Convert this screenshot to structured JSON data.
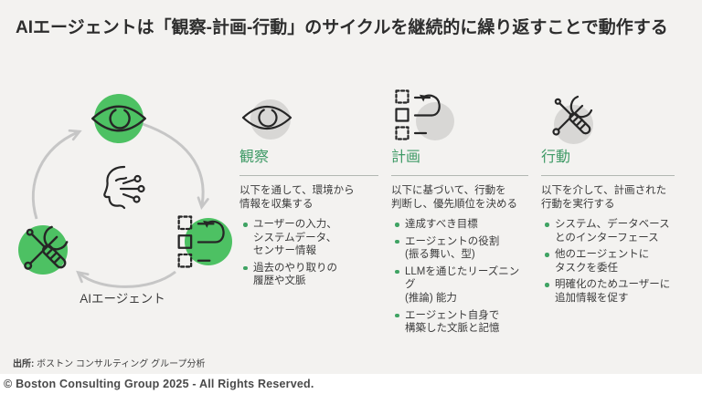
{
  "title": "AIエージェントは「観察-計画-行動」のサイクルを継続的に繰り返すことで動作する",
  "colors": {
    "accent_green": "#4dc163",
    "heading_green": "#3f9a66",
    "arrow_gray": "#c6c6c6",
    "icon_circle_gray": "#d8d7d5",
    "slide_background": "#f3f2f0"
  },
  "cycle": {
    "center_label": "AIエージェント",
    "nodes": [
      {
        "id": "observe",
        "icon": "eye-icon"
      },
      {
        "id": "plan",
        "icon": "plan-icon"
      },
      {
        "id": "act",
        "icon": "tools-icon"
      }
    ]
  },
  "columns": [
    {
      "icon": "eye-icon",
      "heading": "観察",
      "intro": "以下を通して、環境から\n情報を収集する",
      "bullets": [
        "ユーザーの入力、\nシステムデータ、\nセンサー情報",
        "過去のやり取りの\n履歴や文脈"
      ]
    },
    {
      "icon": "plan-icon",
      "heading": "計画",
      "intro": "以下に基づいて、行動を\n判断し、優先順位を決める",
      "bullets": [
        "達成すべき目標",
        "エージェントの役割\n(振る舞い、型)",
        "LLMを通じたリーズニング\n(推論) 能力",
        "エージェント自身で\n構築した文脈と記憶"
      ]
    },
    {
      "icon": "tools-icon",
      "heading": "行動",
      "intro": "以下を介して、計画された\n行動を実行する",
      "bullets": [
        "システム、データベース\nとのインターフェース",
        "他のエージェントに\nタスクを委任",
        "明確化のためユーザーに\n追加情報を促す"
      ]
    }
  ],
  "footer": {
    "source_label": "出所:",
    "source_text": " ボストン コンサルティング グループ分析",
    "copyright": "© Boston Consulting Group 2025 - All Rights Reserved."
  }
}
